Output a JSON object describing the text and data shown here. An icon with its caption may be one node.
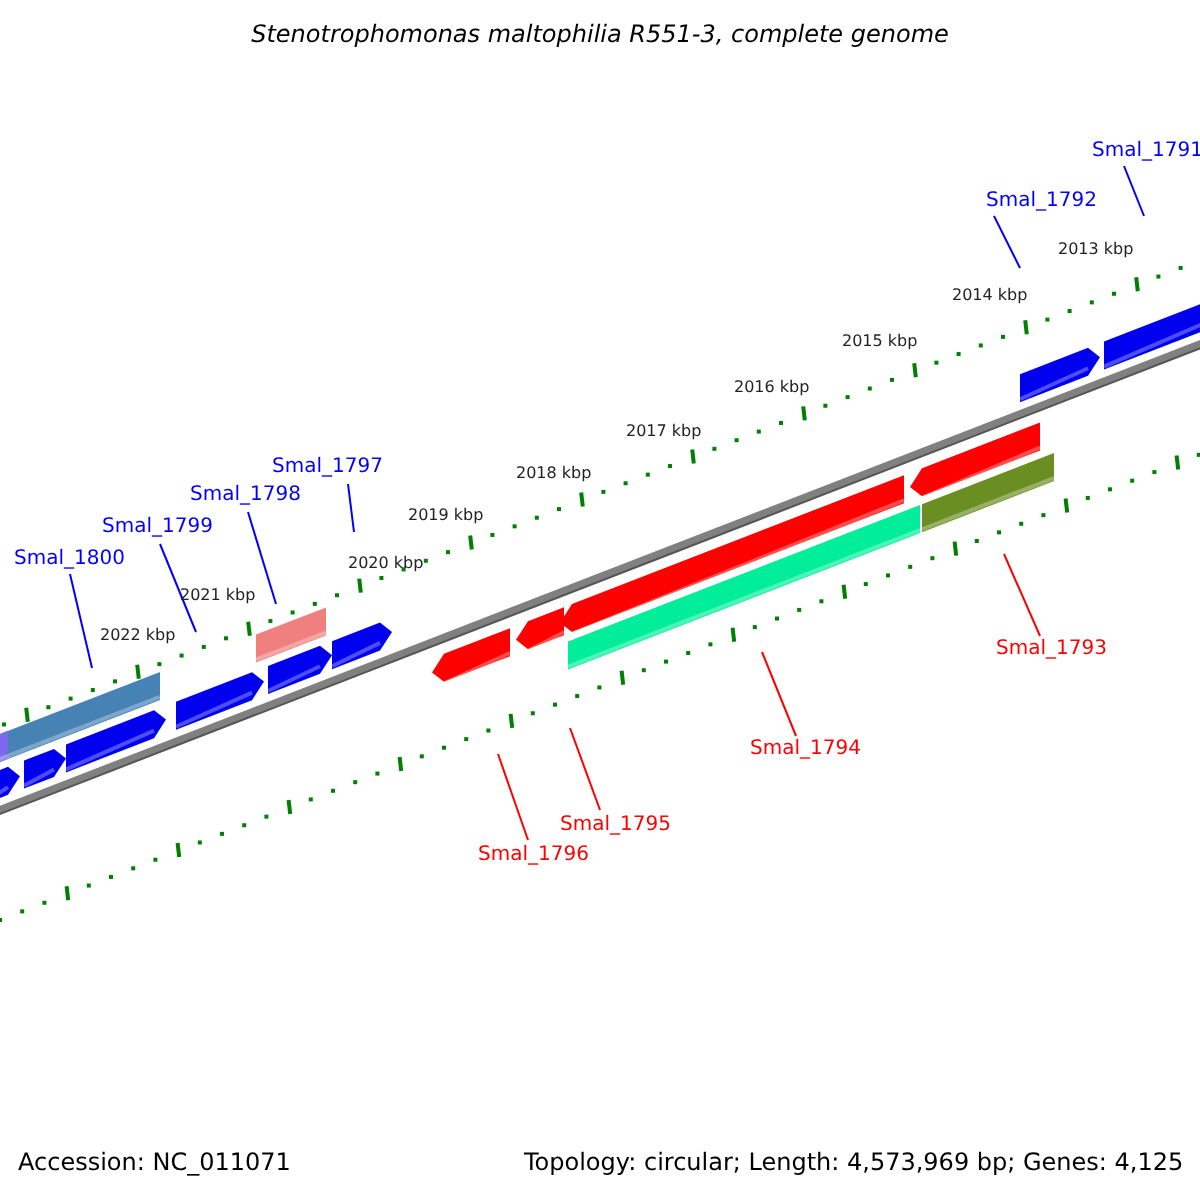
{
  "diagram": {
    "title": "Stenotrophomonas maltophilia R551-3, complete genome",
    "nodes": [
      {
        "text": [
          "Smal_1791"
        ]
      },
      {
        "text": [
          "Smal_1792"
        ]
      },
      {
        "text": [
          "Smal_1797"
        ]
      },
      {
        "text": [
          "Smal_1798"
        ]
      },
      {
        "text": [
          "Smal_1799"
        ]
      },
      {
        "text": [
          "Smal_1800"
        ]
      },
      {
        "text": [
          "Smal_1793"
        ]
      },
      {
        "text": [
          "Smal_1794"
        ]
      },
      {
        "text": [
          "Smal_1795"
        ]
      },
      {
        "text": [
          "Smal_1796"
        ]
      }
    ],
    "edges": [
      {
        "from": 0,
        "to": null,
        "arrow": "none"
      },
      {
        "from": 1,
        "to": null,
        "arrow": "none"
      },
      {
        "from": 2,
        "to": null,
        "arrow": "none"
      },
      {
        "from": 3,
        "to": null,
        "arrow": "none"
      },
      {
        "from": 4,
        "to": null,
        "arrow": "none"
      },
      {
        "from": 5,
        "to": null,
        "arrow": "none"
      },
      {
        "from": 6,
        "to": null,
        "arrow": "none",
        "color": "#ff0000"
      },
      {
        "from": 7,
        "to": null,
        "arrow": "none",
        "color": "#ff0000"
      },
      {
        "from": 8,
        "to": null,
        "arrow": "none",
        "color": "#ff0000"
      },
      {
        "from": 9,
        "to": null,
        "arrow": "none",
        "color": "#ff0000"
      }
    ],
    "labels": [
      "2013 kbp",
      "2014 kbp",
      "2015 kbp",
      "2016 kbp",
      "2017 kbp",
      "2018 kbp",
      "2019 kbp",
      "2020 kbp",
      "2021 kbp",
      "2022 kbp",
      "Accession: NC_011071",
      "Topology: circular; Length: 4,573,969 bp; Genes: 4,125"
    ]
  }
}
